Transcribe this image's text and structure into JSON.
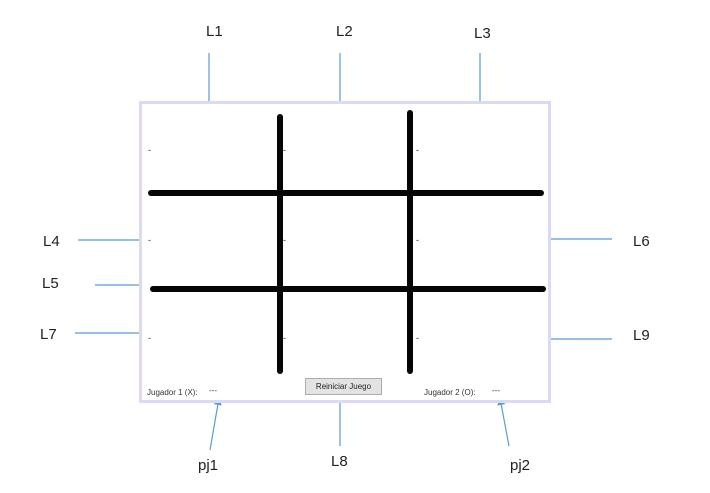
{
  "callouts": {
    "L1": "L1",
    "L2": "L2",
    "L3": "L3",
    "L4": "L4",
    "L5": "L5",
    "L6": "L6",
    "L7": "L7",
    "L8": "L8",
    "L9": "L9",
    "pj1": "pj1",
    "pj2": "pj2"
  },
  "cells": [
    "-",
    "-",
    "-",
    "-",
    "-",
    "-",
    "-",
    "-",
    "-"
  ],
  "status": {
    "player1_label": "Jugador 1 (X):",
    "player1_value": "---",
    "player2_label": "Jugador 2 (O):",
    "player2_value": "---"
  },
  "buttons": {
    "reset_label": "Reiniciar Juego"
  },
  "colors": {
    "arrow": "#5b9bd5",
    "frame_border": "#dadbf2",
    "grid": "#050505"
  }
}
